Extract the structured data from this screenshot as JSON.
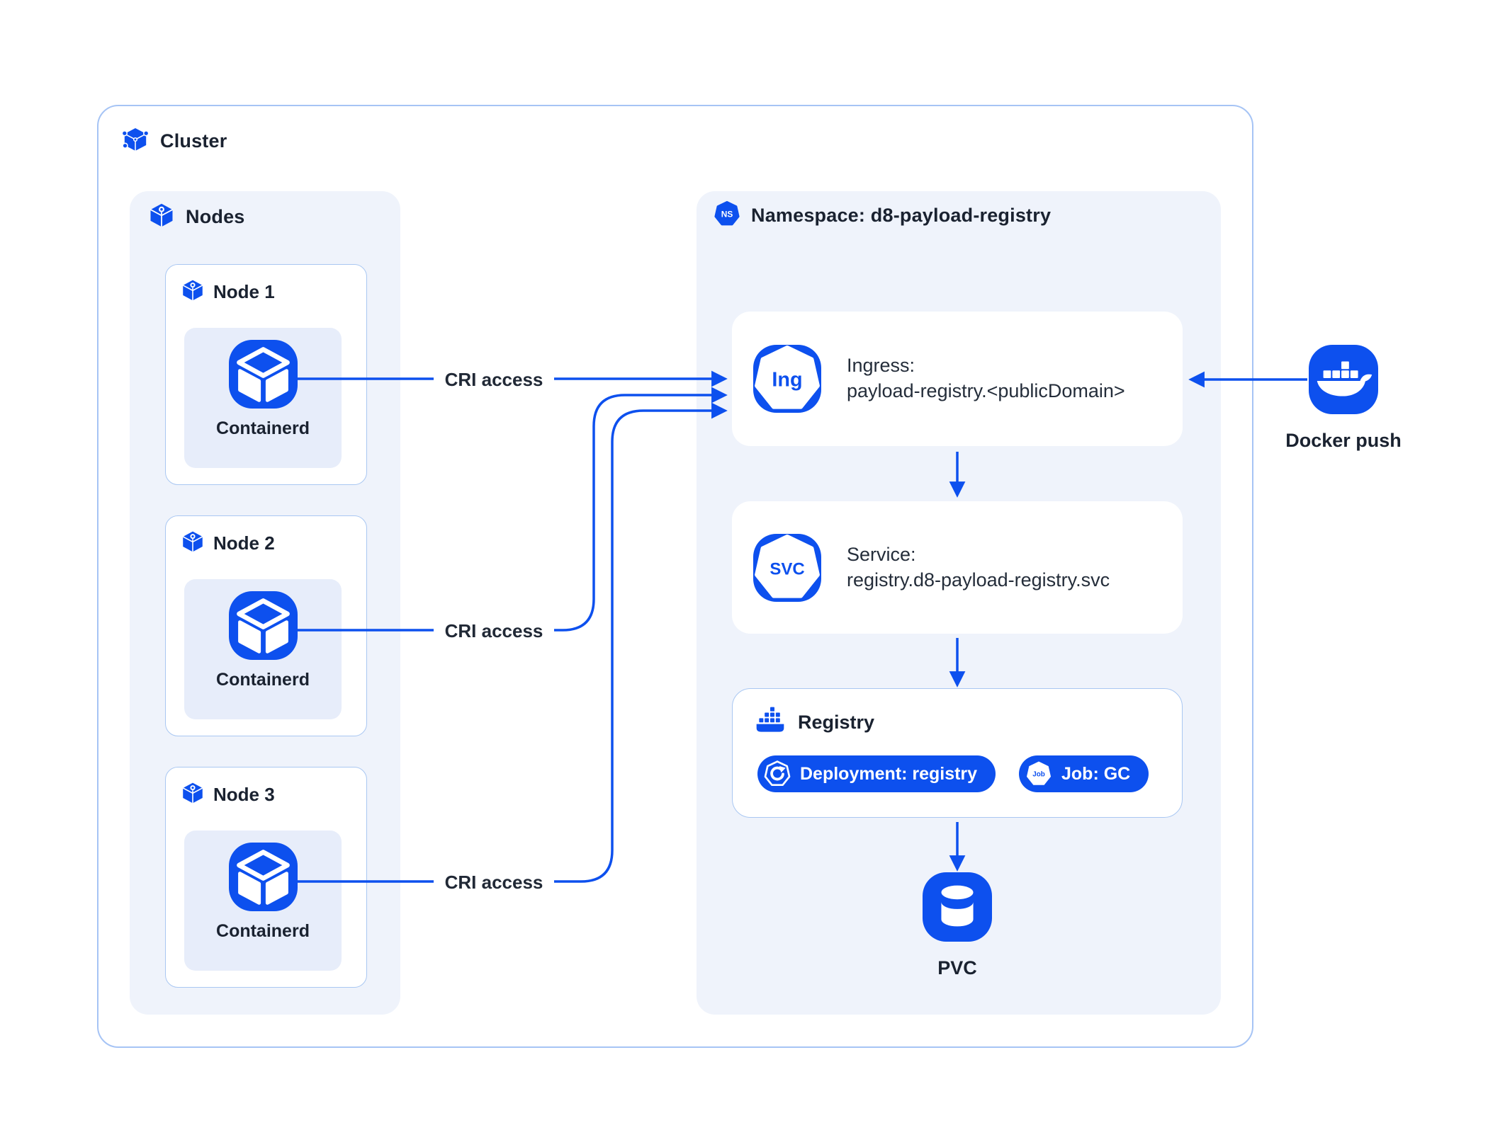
{
  "colors": {
    "primary": "#0d50ee",
    "panel_bg": "#eff3fb",
    "tile_bg": "#e7edfa",
    "cluster_border": "#a6c4f5",
    "text_dark": "#1a2230"
  },
  "cluster": {
    "label": "Cluster"
  },
  "nodes_panel": {
    "label": "Nodes",
    "nodes": [
      {
        "label": "Node 1",
        "runtime": "Containerd"
      },
      {
        "label": "Node 2",
        "runtime": "Containerd"
      },
      {
        "label": "Node 3",
        "runtime": "Containerd"
      }
    ]
  },
  "namespace_panel": {
    "icon_text": "NS",
    "label": "Namespace: d8-payload-registry"
  },
  "ingress": {
    "icon_text": "Ing",
    "title": "Ingress:",
    "value": "payload-registry.<publicDomain>"
  },
  "service": {
    "icon_text": "SVC",
    "title": "Service:",
    "value": "registry.d8-payload-registry.svc"
  },
  "registry": {
    "label": "Registry",
    "deployment_label": "Deployment: registry",
    "job_icon_text": "Job",
    "job_label": "Job: GC"
  },
  "pvc": {
    "label": "PVC"
  },
  "docker": {
    "label": "Docker push"
  },
  "edges": {
    "cri_label": "CRI access"
  }
}
